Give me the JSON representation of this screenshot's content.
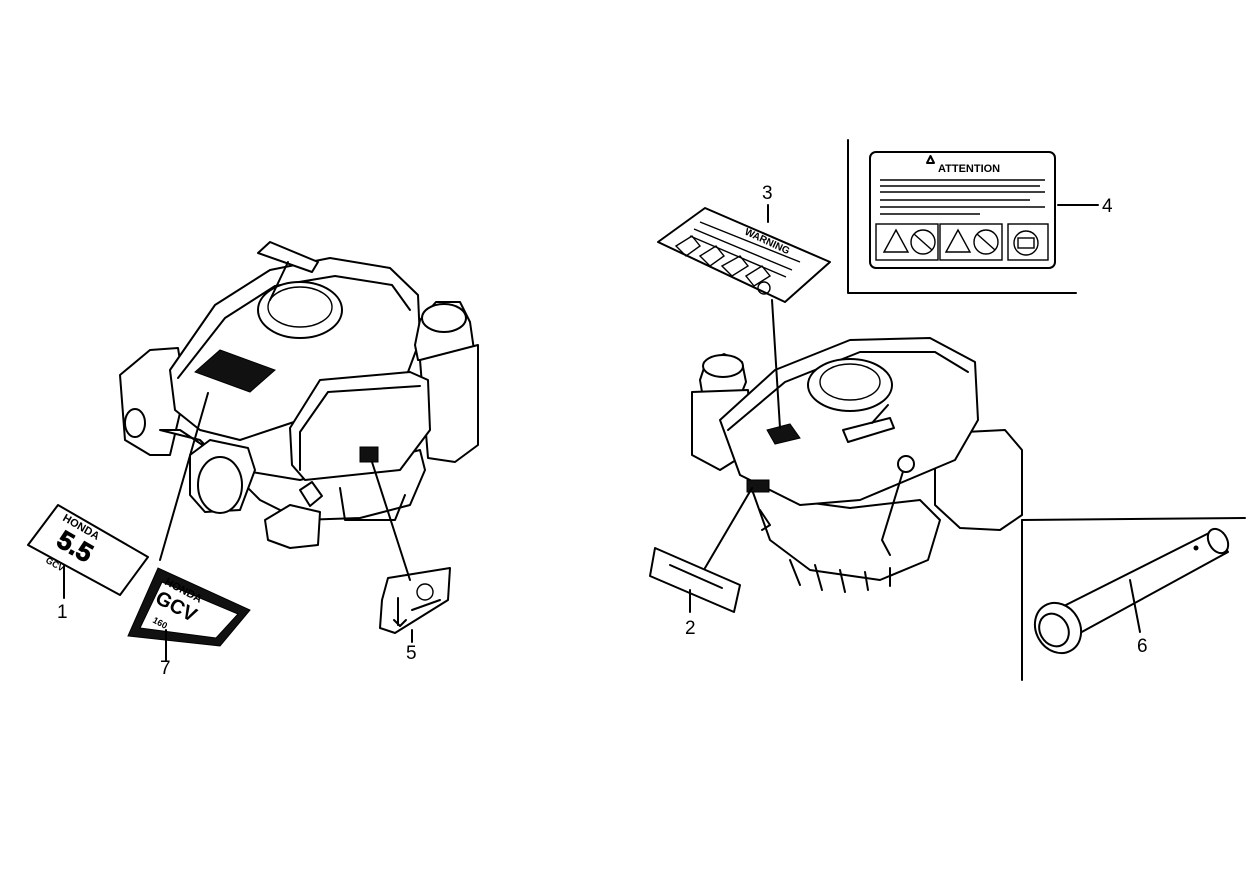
{
  "diagram": {
    "callouts": {
      "c1": "1",
      "c2": "2",
      "c3": "3",
      "c4": "4",
      "c5": "5",
      "c6": "6",
      "c7": "7"
    },
    "label_4": {
      "heading": "ATTENTION"
    },
    "label_3": {
      "heading": "WARNING"
    },
    "label_1": {
      "brand": "HONDA",
      "model": "5.5",
      "sub": "GCV"
    },
    "label_7": {
      "brand": "HONDA",
      "model": "GCV",
      "sub": "160"
    }
  }
}
